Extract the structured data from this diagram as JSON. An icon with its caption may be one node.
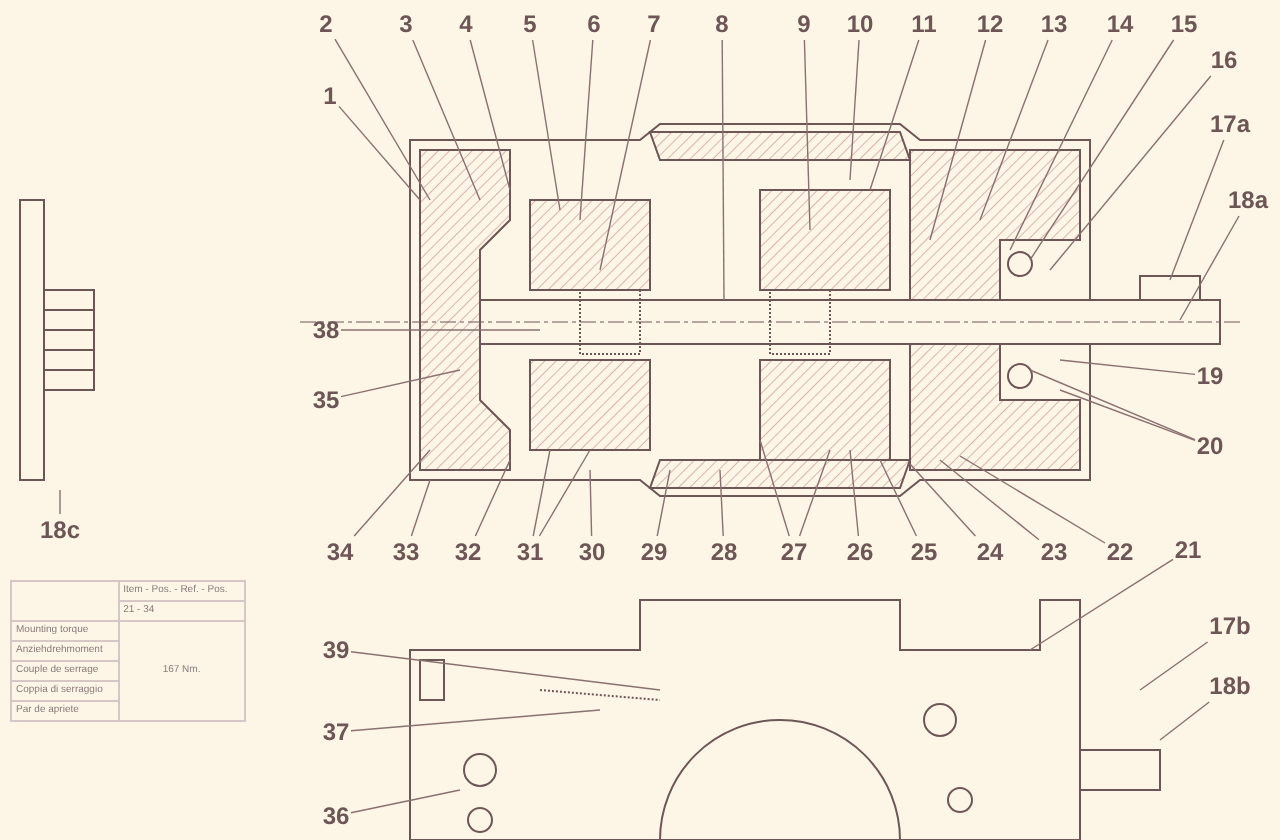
{
  "diagram": {
    "nodes": [
      {
        "text": [
          "2"
        ]
      },
      {
        "text": [
          "3"
        ]
      },
      {
        "text": [
          "4"
        ]
      },
      {
        "text": [
          "5"
        ]
      },
      {
        "text": [
          "6"
        ]
      },
      {
        "text": [
          "7"
        ]
      },
      {
        "text": [
          "8"
        ]
      },
      {
        "text": [
          "9"
        ]
      },
      {
        "text": [
          "10"
        ]
      },
      {
        "text": [
          "11"
        ]
      },
      {
        "text": [
          "12"
        ]
      },
      {
        "text": [
          "13"
        ]
      },
      {
        "text": [
          "14"
        ]
      },
      {
        "text": [
          "15"
        ]
      },
      {
        "text": [
          "16"
        ]
      },
      {
        "text": [
          "1"
        ]
      },
      {
        "text": [
          "17a"
        ]
      },
      {
        "text": [
          "18a"
        ]
      },
      {
        "text": [
          "38"
        ]
      },
      {
        "text": [
          "35"
        ]
      },
      {
        "text": [
          "19"
        ]
      },
      {
        "text": [
          "20"
        ]
      },
      {
        "text": [
          "18c"
        ]
      },
      {
        "text": [
          "34"
        ]
      },
      {
        "text": [
          "33"
        ]
      },
      {
        "text": [
          "32"
        ]
      },
      {
        "text": [
          "31"
        ]
      },
      {
        "text": [
          "30"
        ]
      },
      {
        "text": [
          "29"
        ]
      },
      {
        "text": [
          "28"
        ]
      },
      {
        "text": [
          "27"
        ]
      },
      {
        "text": [
          "26"
        ]
      },
      {
        "text": [
          "25"
        ]
      },
      {
        "text": [
          "24"
        ]
      },
      {
        "text": [
          "23"
        ]
      },
      {
        "text": [
          "22"
        ]
      },
      {
        "text": [
          "21"
        ]
      },
      {
        "text": [
          "39"
        ]
      },
      {
        "text": [
          "17b"
        ]
      },
      {
        "text": [
          "18b"
        ]
      },
      {
        "text": [
          "37"
        ]
      },
      {
        "text": [
          "36"
        ]
      }
    ],
    "edges": [
      {
        "from": 0,
        "to": null,
        "arrow": "none"
      },
      {
        "from": 1,
        "to": null,
        "arrow": "none"
      },
      {
        "from": 2,
        "to": null,
        "arrow": "none"
      },
      {
        "from": 3,
        "to": null,
        "arrow": "none"
      },
      {
        "from": 4,
        "to": null,
        "arrow": "none"
      },
      {
        "from": 5,
        "to": null,
        "arrow": "none"
      },
      {
        "from": 6,
        "to": null,
        "arrow": "none"
      },
      {
        "from": 7,
        "to": null,
        "arrow": "none"
      },
      {
        "from": 8,
        "to": null,
        "arrow": "none"
      },
      {
        "from": 9,
        "to": null,
        "arrow": "none"
      },
      {
        "from": 10,
        "to": null,
        "arrow": "none"
      },
      {
        "from": 11,
        "to": null,
        "arrow": "none"
      },
      {
        "from": 12,
        "to": null,
        "arrow": "none"
      },
      {
        "from": 13,
        "to": null,
        "arrow": "none"
      },
      {
        "from": 14,
        "to": null,
        "arrow": "none"
      },
      {
        "from": 15,
        "to": null,
        "arrow": "none"
      },
      {
        "from": 16,
        "to": null,
        "arrow": "none"
      },
      {
        "from": 17,
        "to": null,
        "arrow": "none"
      },
      {
        "from": 18,
        "to": null,
        "arrow": "none"
      },
      {
        "from": 19,
        "to": null,
        "arrow": "none"
      },
      {
        "from": 20,
        "to": null,
        "arrow": "none"
      },
      {
        "from": 21,
        "to": null,
        "arrow": "none"
      },
      {
        "from": 21,
        "to": null,
        "arrow": "none"
      },
      {
        "from": 22,
        "to": null,
        "arrow": "none"
      },
      {
        "from": 23,
        "to": null,
        "arrow": "none"
      },
      {
        "from": 24,
        "to": null,
        "arrow": "none"
      },
      {
        "from": 25,
        "to": null,
        "arrow": "none"
      },
      {
        "from": 26,
        "to": null,
        "arrow": "none"
      },
      {
        "from": 26,
        "to": null,
        "arrow": "none"
      },
      {
        "from": 27,
        "to": null,
        "arrow": "none"
      },
      {
        "from": 28,
        "to": null,
        "arrow": "none"
      },
      {
        "from": 29,
        "to": null,
        "arrow": "none"
      },
      {
        "from": 30,
        "to": null,
        "arrow": "none"
      },
      {
        "from": 30,
        "to": null,
        "arrow": "none"
      },
      {
        "from": 31,
        "to": null,
        "arrow": "none"
      },
      {
        "from": 32,
        "to": null,
        "arrow": "none"
      },
      {
        "from": 33,
        "to": null,
        "arrow": "none"
      },
      {
        "from": 34,
        "to": null,
        "arrow": "none"
      },
      {
        "from": 35,
        "to": null,
        "arrow": "none"
      },
      {
        "from": 36,
        "to": null,
        "arrow": "none"
      },
      {
        "from": 37,
        "to": null,
        "arrow": "none"
      },
      {
        "from": 38,
        "to": null,
        "arrow": "none"
      },
      {
        "from": 39,
        "to": null,
        "arrow": "none"
      },
      {
        "from": 40,
        "to": null,
        "arrow": "none"
      },
      {
        "from": 41,
        "to": null,
        "arrow": "none"
      }
    ],
    "labels": [
      "Item - Pos. - Ref. - Pos.",
      "21 - 34",
      "Mounting torque",
      "Anziehdrehmoment",
      "Couple de serrage",
      "Coppia di serraggio",
      "Par de apriete",
      "167 Nm."
    ]
  }
}
